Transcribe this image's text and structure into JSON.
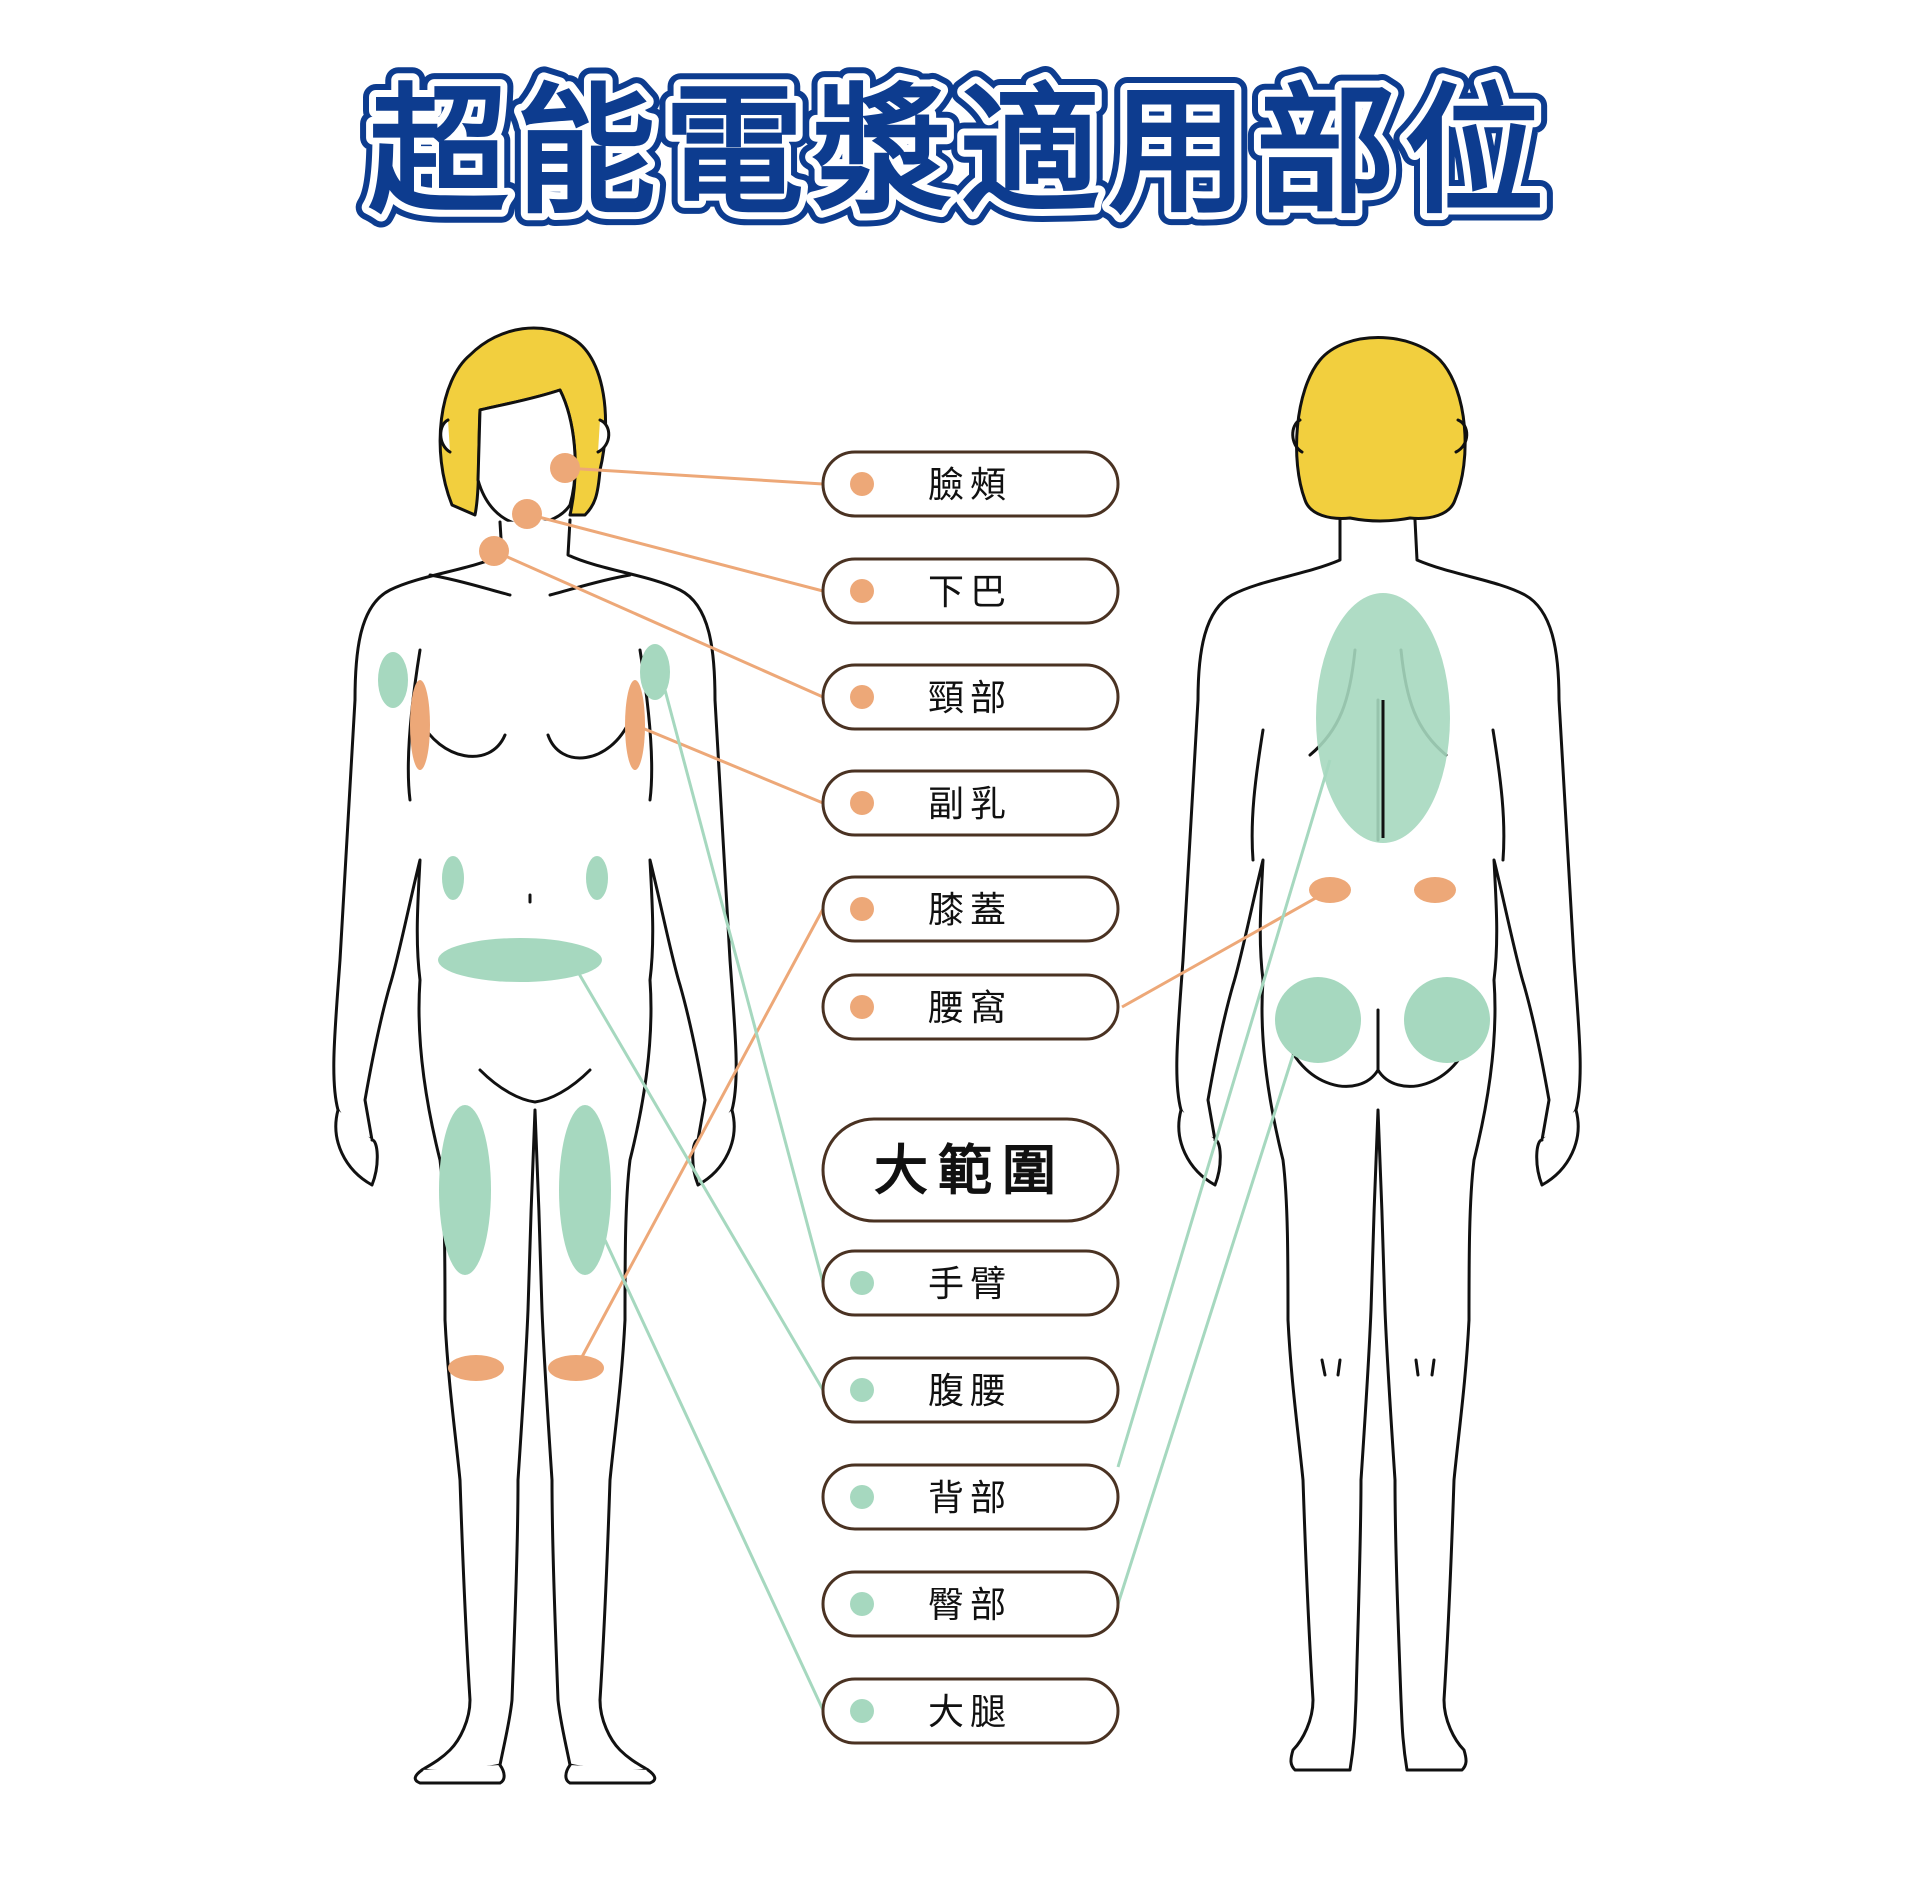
{
  "title": "超能電漿適用部位",
  "colors": {
    "title_fill": "#0d3c8f",
    "title_stroke": "#ffffff",
    "title_outline": "#0d3c8f",
    "hair": "#f2cf3e",
    "skin_line": "#111111",
    "orange": "#eda878",
    "green": "#a6d8bf",
    "pill_border": "#4a3222"
  },
  "small_area_items": [
    {
      "label": "臉頰",
      "dot_color": "orange"
    },
    {
      "label": "下巴",
      "dot_color": "orange"
    },
    {
      "label": "頸部",
      "dot_color": "orange"
    },
    {
      "label": "副乳",
      "dot_color": "orange"
    },
    {
      "label": "膝蓋",
      "dot_color": "orange"
    },
    {
      "label": "腰窩",
      "dot_color": "orange"
    }
  ],
  "large_area_header": "大範圍",
  "large_area_items": [
    {
      "label": "手臂",
      "dot_color": "green"
    },
    {
      "label": "腹腰",
      "dot_color": "green"
    },
    {
      "label": "背部",
      "dot_color": "green"
    },
    {
      "label": "臀部",
      "dot_color": "green"
    },
    {
      "label": "大腿",
      "dot_color": "green"
    }
  ]
}
